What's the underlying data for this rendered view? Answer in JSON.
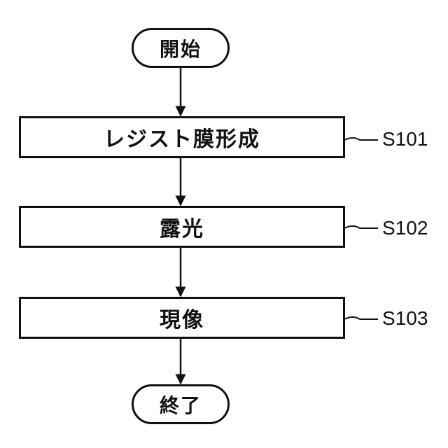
{
  "flowchart": {
    "start": {
      "label": "開始"
    },
    "steps": [
      {
        "label": "レジスト膜形成",
        "ref": "S101"
      },
      {
        "label": "露光",
        "ref": "S102"
      },
      {
        "label": "現像",
        "ref": "S103"
      }
    ],
    "end": {
      "label": "終了"
    }
  },
  "colors": {
    "stroke": "#111111",
    "background": "#ffffff"
  }
}
